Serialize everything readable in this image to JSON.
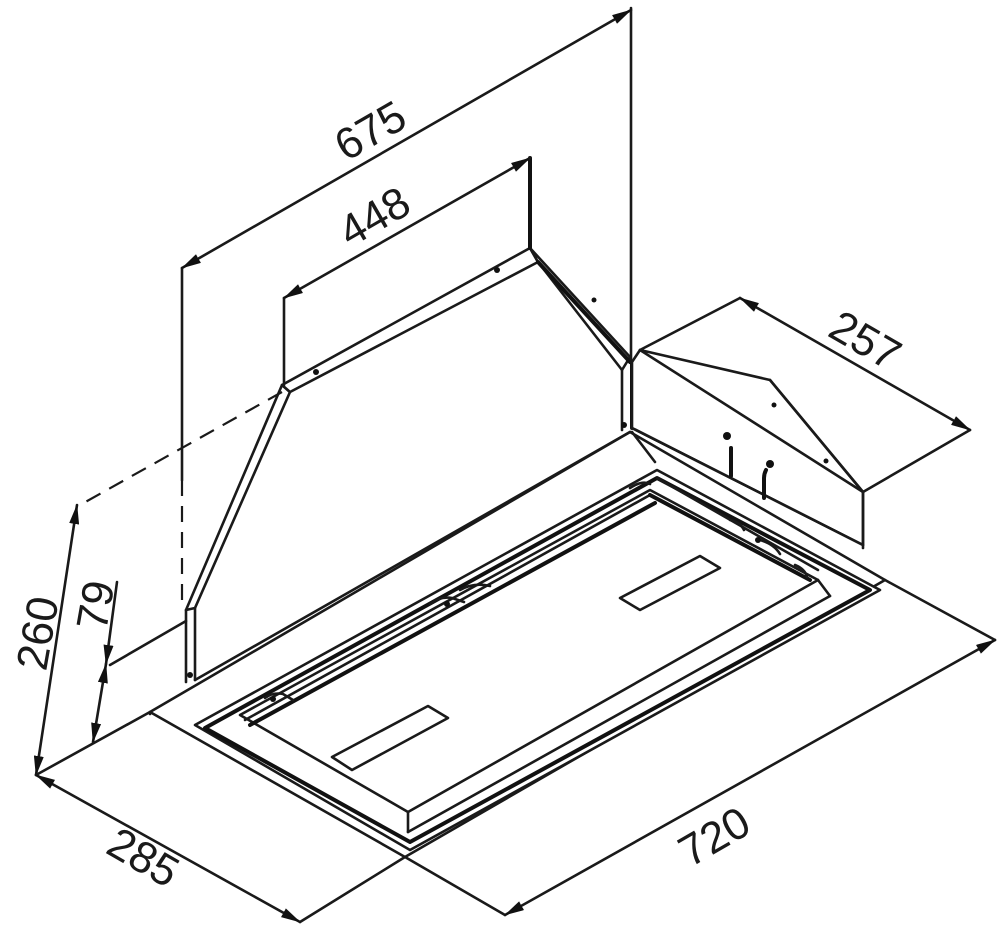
{
  "drawing": {
    "subject": "built-in cooker hood dimensional drawing",
    "units": "mm",
    "line_color": "#1a1a1a",
    "background": "#ffffff"
  },
  "dimensions": {
    "overall_depth_top": {
      "label": "675",
      "value": 675
    },
    "chimney_depth_top": {
      "label": "448",
      "value": 448
    },
    "motor_box_width": {
      "label": "257",
      "value": 257
    },
    "total_height": {
      "label": "260",
      "value": 260
    },
    "frame_height": {
      "label": "79",
      "value": 79
    },
    "front_depth": {
      "label": "285",
      "value": 285
    },
    "overall_width": {
      "label": "720",
      "value": 720
    }
  }
}
